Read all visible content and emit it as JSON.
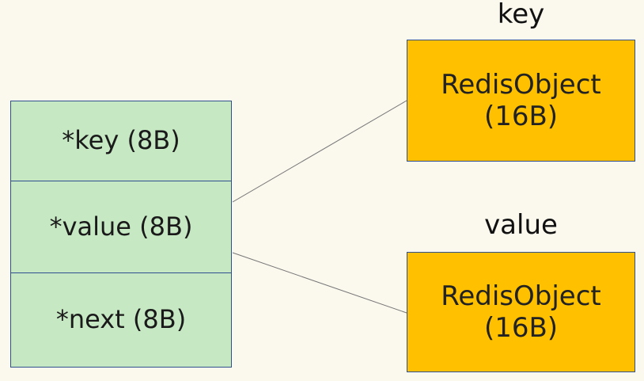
{
  "struct": {
    "key_field": "*key (8B)",
    "value_field": "*value (8B)",
    "next_field": "*next (8B)"
  },
  "objects": {
    "key": {
      "title": "key",
      "name": "RedisObject",
      "size": "(16B)"
    },
    "value": {
      "title": "value",
      "name": "RedisObject",
      "size": "(16B)"
    }
  },
  "colors": {
    "background": "#fbf8ee",
    "struct_fill": "#c6e9c3",
    "object_fill": "#ffc000",
    "border": "#2f4f8f",
    "connector": "#777777"
  }
}
